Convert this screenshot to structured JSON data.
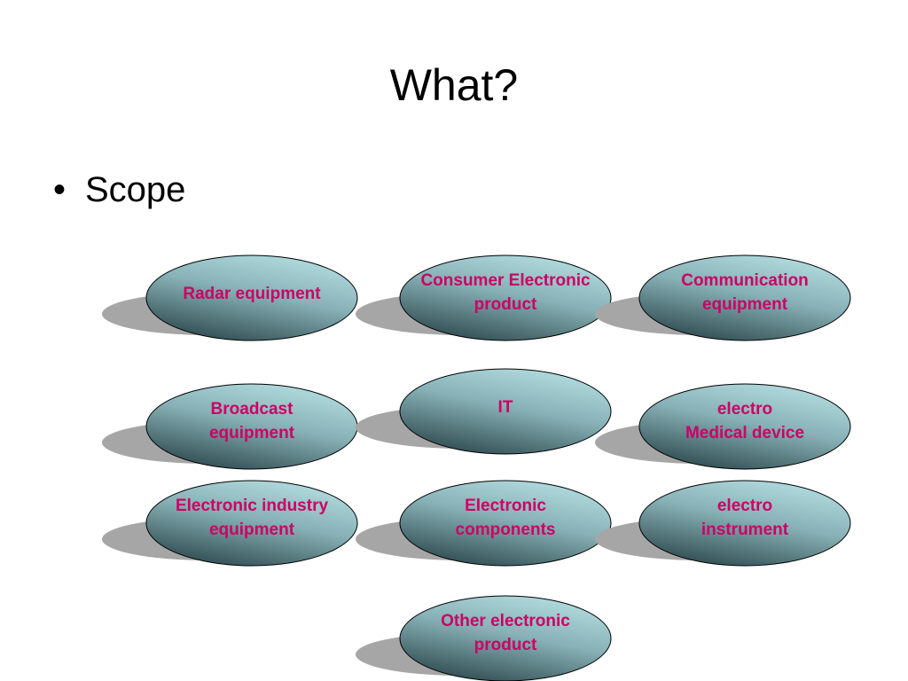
{
  "slide": {
    "title": "What?",
    "bullet_symbol": "•",
    "bullet_text": "Scope"
  },
  "colors": {
    "label": "#cc0066",
    "shadow": "#a6a6a6",
    "oval_light": "#b3dde0",
    "oval_dark": "#2e4a4f",
    "outline": "#000000"
  },
  "ovals": [
    {
      "lines": [
        "Radar equipment"
      ]
    },
    {
      "lines": [
        "Consumer Electronic",
        "product"
      ]
    },
    {
      "lines": [
        "Communication",
        "equipment"
      ]
    },
    {
      "lines": [
        "Broadcast",
        "equipment"
      ]
    },
    {
      "lines": [
        "IT"
      ]
    },
    {
      "lines": [
        "electro",
        "Medical device"
      ]
    },
    {
      "lines": [
        "Electronic industry",
        "equipment"
      ]
    },
    {
      "lines": [
        "Electronic",
        "components"
      ]
    },
    {
      "lines": [
        "electro",
        "instrument"
      ]
    },
    {
      "lines": [
        "Other electronic",
        "product"
      ]
    }
  ]
}
